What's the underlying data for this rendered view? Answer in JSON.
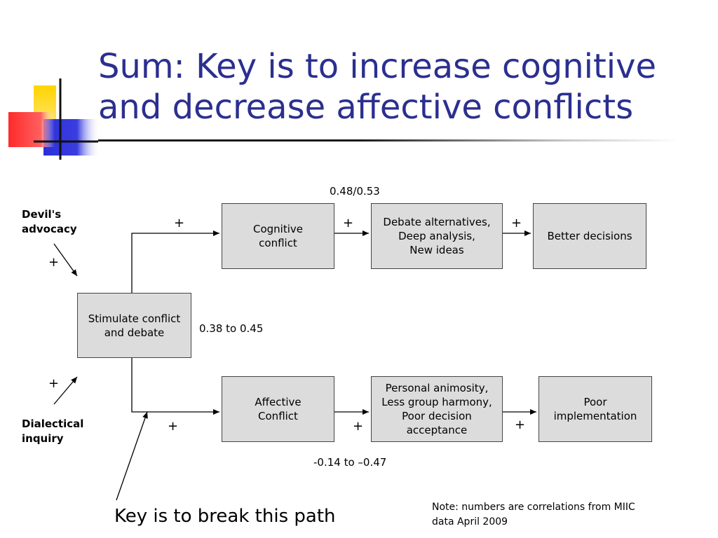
{
  "title": "Sum: Key is to increase cognitive and decrease affective conflicts",
  "nodes": {
    "stimulate": "Stimulate conflict\nand debate",
    "cognitive": "Cognitive\nconflict",
    "debate": "Debate alternatives,\nDeep analysis,\nNew ideas",
    "better": "Better decisions",
    "affective": "Affective\nConflict",
    "animosity": "Personal animosity,\nLess group harmony,\nPoor decision\nacceptance",
    "poor": "Poor\nimplementation"
  },
  "inputs": {
    "devils_advocacy": "Devil's\nadvocacy",
    "dialectical_inquiry": "Dialectical\ninquiry"
  },
  "signs": {
    "plus": "+"
  },
  "correlations": {
    "top": "0.48/0.53",
    "middle": "0.38 to 0.45",
    "bottom": "-0.14 to –0.47"
  },
  "callout": "Key is to break this path",
  "note": "Note: numbers are correlations from MIIC data April 2009",
  "colors": {
    "title": "#2B2F8F",
    "box_fill": "#DCDCDC",
    "logo_yellow": "#FFD700",
    "logo_blue": "#2B2FD9",
    "logo_red": "#FF3333"
  }
}
